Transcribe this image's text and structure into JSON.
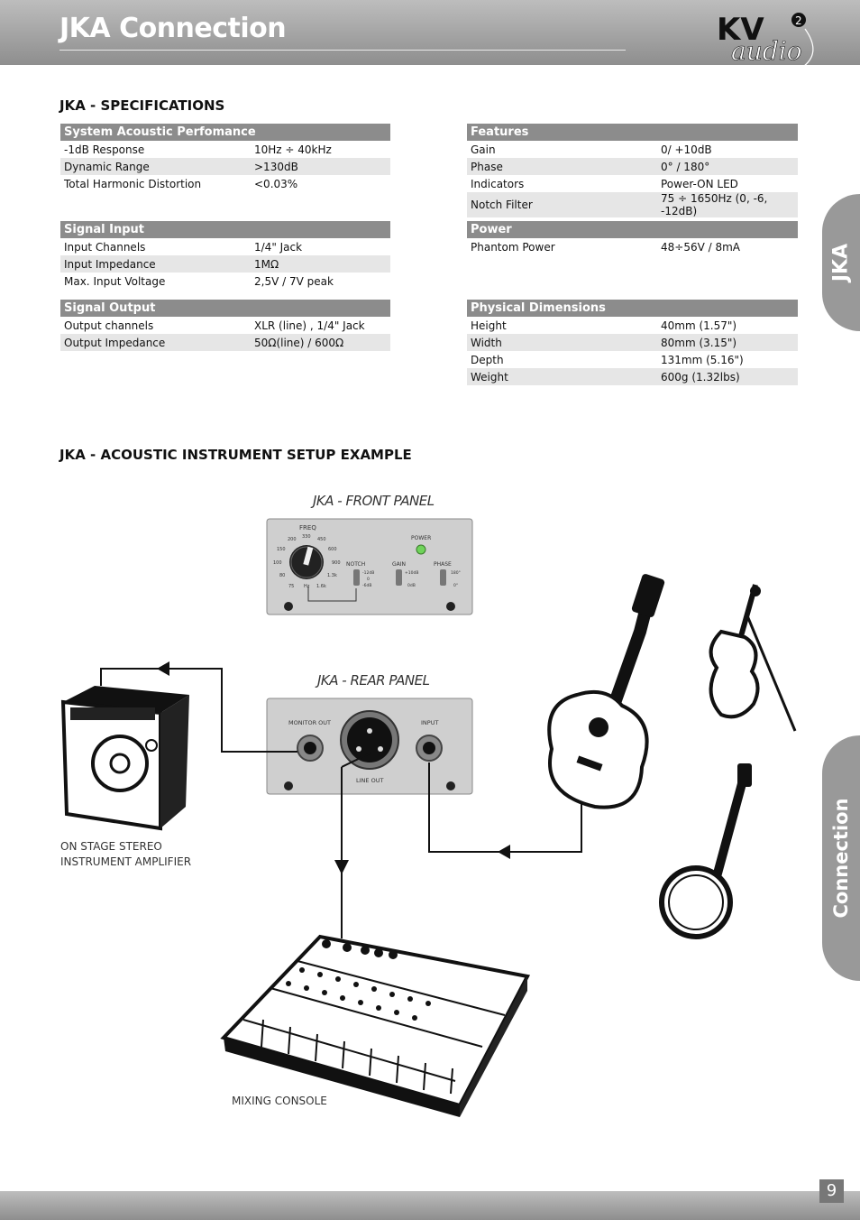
{
  "header": {
    "title": "JKA Connection"
  },
  "logo": {
    "text": "KV",
    "sup": "2",
    "sub": "audio"
  },
  "specifications": {
    "heading": "JKA - SPECIFICATIONS",
    "system": {
      "title": "System Acoustic Perfomance",
      "rows": [
        {
          "label": "-1dB Response",
          "value": "10Hz ÷ 40kHz"
        },
        {
          "label": "Dynamic Range",
          "value": ">130dB"
        },
        {
          "label": "Total Harmonic Distortion",
          "value": "<0.03%"
        }
      ]
    },
    "signal_input": {
      "title": "Signal Input",
      "rows": [
        {
          "label": "Input Channels",
          "value": "1/4\" Jack"
        },
        {
          "label": "Input Impedance",
          "value": "1MΩ"
        },
        {
          "label": "Max. Input Voltage",
          "value": "2,5V / 7V peak"
        }
      ]
    },
    "signal_output": {
      "title": "Signal Output",
      "rows": [
        {
          "label": "Output channels",
          "value": "XLR (line) , 1/4\" Jack"
        },
        {
          "label": "Output Impedance",
          "value": "50Ω(line) / 600Ω"
        }
      ]
    },
    "features": {
      "title": "Features",
      "rows": [
        {
          "label": "Gain",
          "value": "0/ +10dB"
        },
        {
          "label": "Phase",
          "value": "0° / 180°"
        },
        {
          "label": "Indicators",
          "value": "Power-ON LED"
        },
        {
          "label": "Notch Filter",
          "value": "75 ÷ 1650Hz (0, -6, -12dB)"
        }
      ]
    },
    "power": {
      "title": "Power",
      "rows": [
        {
          "label": "Phantom Power",
          "value": "48÷56V / 8mA"
        }
      ]
    },
    "physical": {
      "title": "Physical Dimensions",
      "rows": [
        {
          "label": "Height",
          "value": "40mm (1.57\")"
        },
        {
          "label": "Width",
          "value": "80mm (3.15\")"
        },
        {
          "label": "Depth",
          "value": "131mm (5.16\")"
        },
        {
          "label": "Weight",
          "value": "600g (1.32lbs)"
        }
      ]
    }
  },
  "setup": {
    "heading": "JKA - ACOUSTIC INSTRUMENT SETUP EXAMPLE",
    "front_panel_label": "JKA - FRONT PANEL",
    "rear_panel_label": "JKA - REAR PANEL",
    "front_panel": {
      "freq": "FREQ",
      "power": "POWER",
      "notch": "NOTCH",
      "gain": "GAIN",
      "phase": "PHASE",
      "freq_ticks": [
        "200",
        "330",
        "450",
        "150",
        "600",
        "100",
        "900",
        "80",
        "1.3k",
        "75",
        "Hz",
        "1.6k"
      ],
      "notch_ticks": [
        "-12dB",
        "0",
        "-6dB"
      ],
      "gain_ticks": [
        "+10dB",
        "0dB"
      ],
      "phase_ticks": [
        "180°",
        "0°"
      ]
    },
    "rear_panel": {
      "monitor_out": "MONITOR OUT",
      "input": "INPUT",
      "line_out": "LINE OUT"
    },
    "amp_caption_1": "ON STAGE STEREO",
    "amp_caption_2": "INSTRUMENT AMPLIFIER",
    "mixer_caption": "MIXING CONSOLE"
  },
  "side_tabs": {
    "top": "JKA",
    "bottom": "Connection"
  },
  "page_number": "9",
  "colors": {
    "header_gray": "#a6a6a6",
    "table_header": "#8c8c8c",
    "row_shade": "#e6e6e6",
    "tab_gray": "#999999",
    "led_green": "#6fd35a"
  }
}
